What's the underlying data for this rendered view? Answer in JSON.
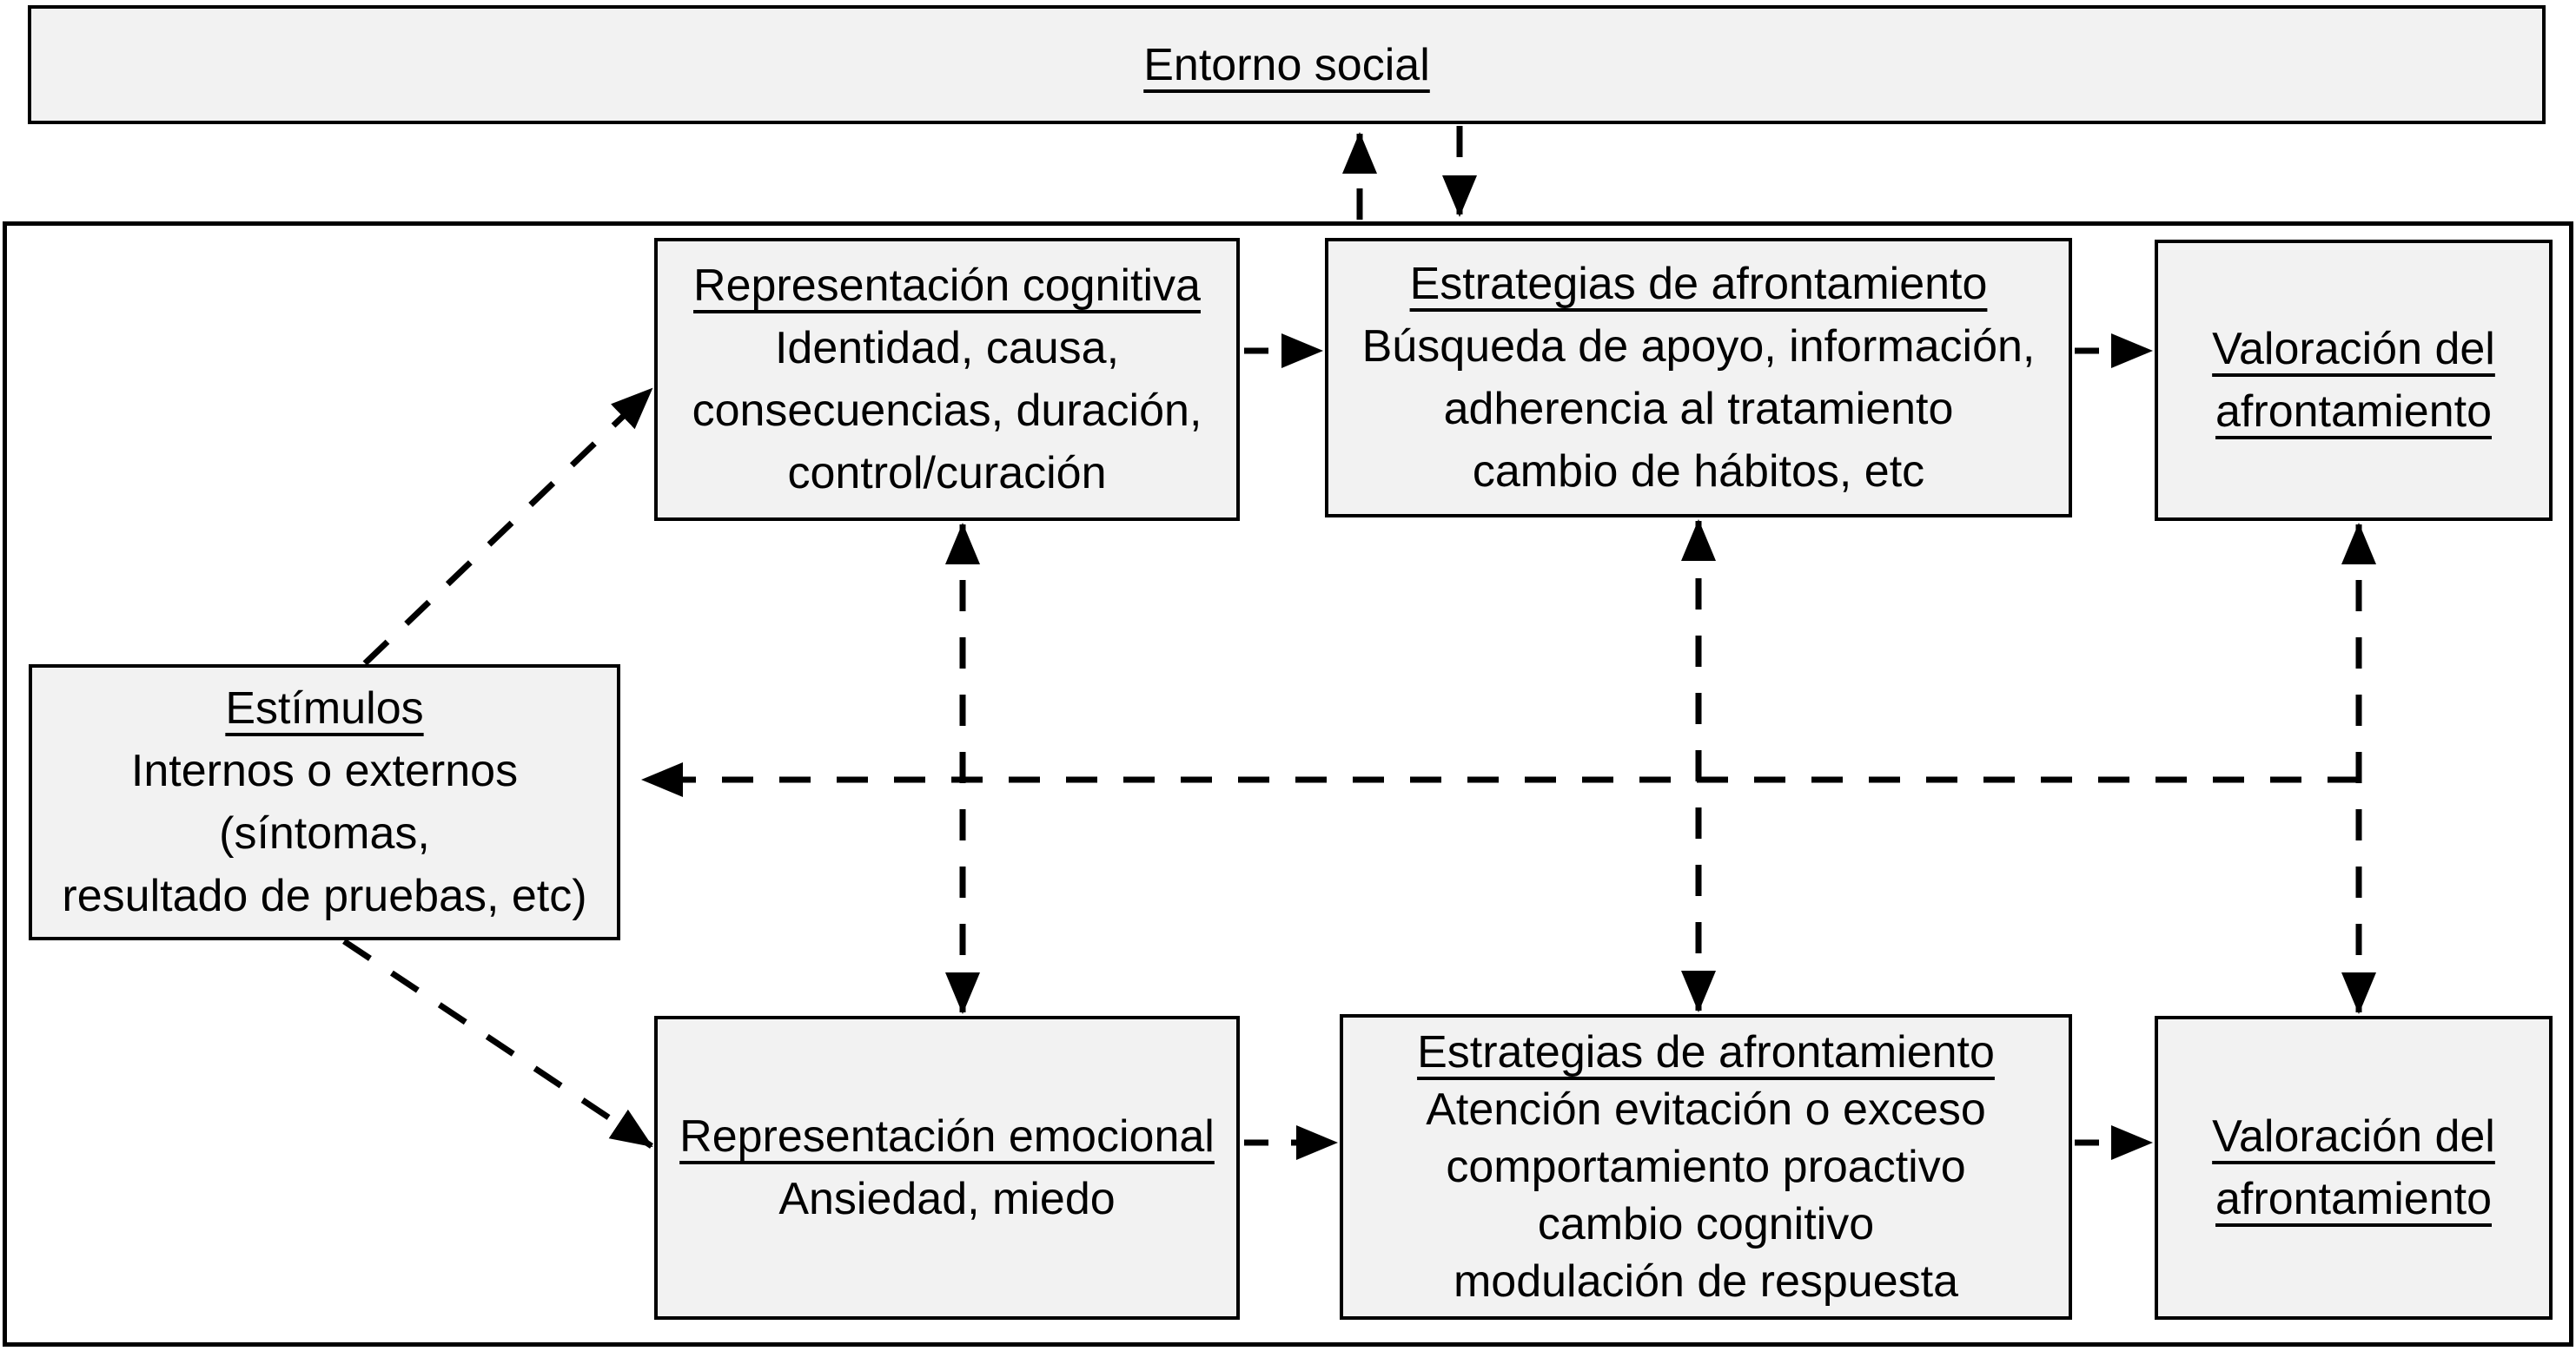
{
  "colors": {
    "box_fill": "#f2f2f2",
    "line": "#000000",
    "background": "#ffffff"
  },
  "banner": {
    "label": "Entorno social"
  },
  "boxes": {
    "cognitiva": {
      "title": "Representación cognitiva",
      "lines": [
        "Identidad, causa,",
        "consecuencias, duración,",
        "control/curación"
      ]
    },
    "estrategias_sup": {
      "title": "Estrategias de afrontamiento",
      "lines": [
        "Búsqueda de apoyo, información,",
        "adherencia al tratamiento",
        "cambio de hábitos, etc"
      ]
    },
    "valoracion_sup": {
      "title_lines": [
        "Valoración del",
        "afrontamiento"
      ]
    },
    "estimulos": {
      "title": "Estímulos",
      "lines": [
        "Internos o externos",
        "(síntomas,",
        "resultado de pruebas, etc)"
      ]
    },
    "emocional": {
      "title": "Representación emocional",
      "lines": [
        "Ansiedad, miedo"
      ]
    },
    "estrategias_inf": {
      "title": "Estrategias de afrontamiento",
      "lines": [
        "Atención evitación o exceso",
        "comportamiento proactivo",
        "cambio cognitivo",
        "modulación de respuesta"
      ]
    },
    "valoracion_inf": {
      "title_lines": [
        "Valoración del",
        "afrontamiento"
      ]
    }
  },
  "arrows": [
    {
      "name": "modelo-a-entorno",
      "style": "dashed",
      "from": "marco-principal",
      "to": "entorno-social",
      "heads": "end"
    },
    {
      "name": "entorno-a-modelo",
      "style": "dashed",
      "from": "entorno-social",
      "to": "marco-principal",
      "heads": "end"
    },
    {
      "name": "estimulos-a-cognitiva",
      "style": "dashed",
      "from": "estimulos",
      "to": "representacion-cognitiva",
      "heads": "end"
    },
    {
      "name": "estimulos-a-emocional",
      "style": "dashed",
      "from": "estimulos",
      "to": "representacion-emocional",
      "heads": "end"
    },
    {
      "name": "cognitiva-a-estrategias",
      "style": "dashed",
      "from": "representacion-cognitiva",
      "to": "estrategias-superior",
      "heads": "end"
    },
    {
      "name": "estrategias-a-valoracion-sup",
      "style": "dashed",
      "from": "estrategias-superior",
      "to": "valoracion-superior",
      "heads": "end"
    },
    {
      "name": "emocional-a-estrategias",
      "style": "dashed",
      "from": "representacion-emocional",
      "to": "estrategias-inferior",
      "heads": "end"
    },
    {
      "name": "estrategias-a-valoracion-inf",
      "style": "dashed",
      "from": "estrategias-inferior",
      "to": "valoracion-inferior",
      "heads": "end"
    },
    {
      "name": "cognitiva-emocional",
      "style": "dashed",
      "from": "representacion-cognitiva",
      "to": "representacion-emocional",
      "heads": "both"
    },
    {
      "name": "estrategias-estrategias",
      "style": "dashed",
      "from": "estrategias-superior",
      "to": "estrategias-inferior",
      "heads": "both"
    },
    {
      "name": "valoracion-valoracion",
      "style": "dashed",
      "from": "valoracion-superior",
      "to": "valoracion-inferior",
      "heads": "both"
    },
    {
      "name": "retroalimentacion-a-estimulos",
      "style": "dashed",
      "from": "valoracion",
      "to": "estimulos",
      "heads": "end"
    }
  ]
}
